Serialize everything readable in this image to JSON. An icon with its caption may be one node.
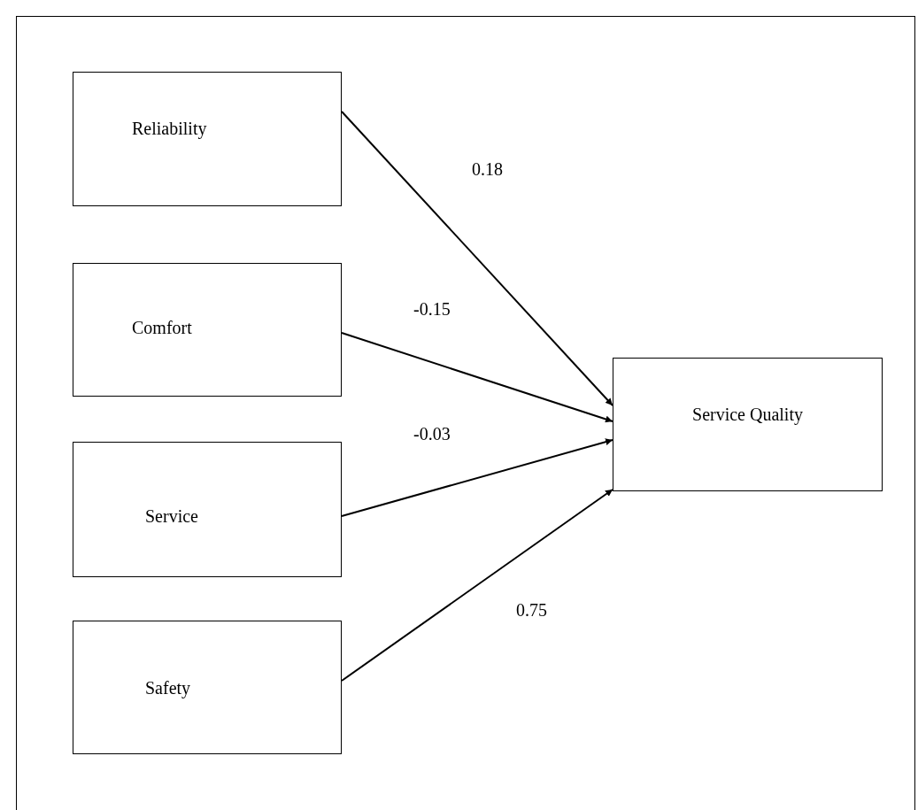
{
  "diagram": {
    "nodes": [
      {
        "text": [
          "Reliability"
        ]
      },
      {
        "text": [
          "Comfort"
        ]
      },
      {
        "text": [
          "Service"
        ]
      },
      {
        "text": [
          "Safety"
        ]
      },
      {
        "text": [
          "Service Quality"
        ]
      }
    ],
    "edges": [
      {
        "from": 0,
        "to": 4,
        "arrow": "to",
        "label": "0.18"
      },
      {
        "from": 1,
        "to": 4,
        "arrow": "to",
        "label": "-0.15"
      },
      {
        "from": 2,
        "to": 4,
        "arrow": "to",
        "label": "-0.03"
      },
      {
        "from": 3,
        "to": 4,
        "arrow": "to",
        "label": "0.75"
      }
    ]
  }
}
